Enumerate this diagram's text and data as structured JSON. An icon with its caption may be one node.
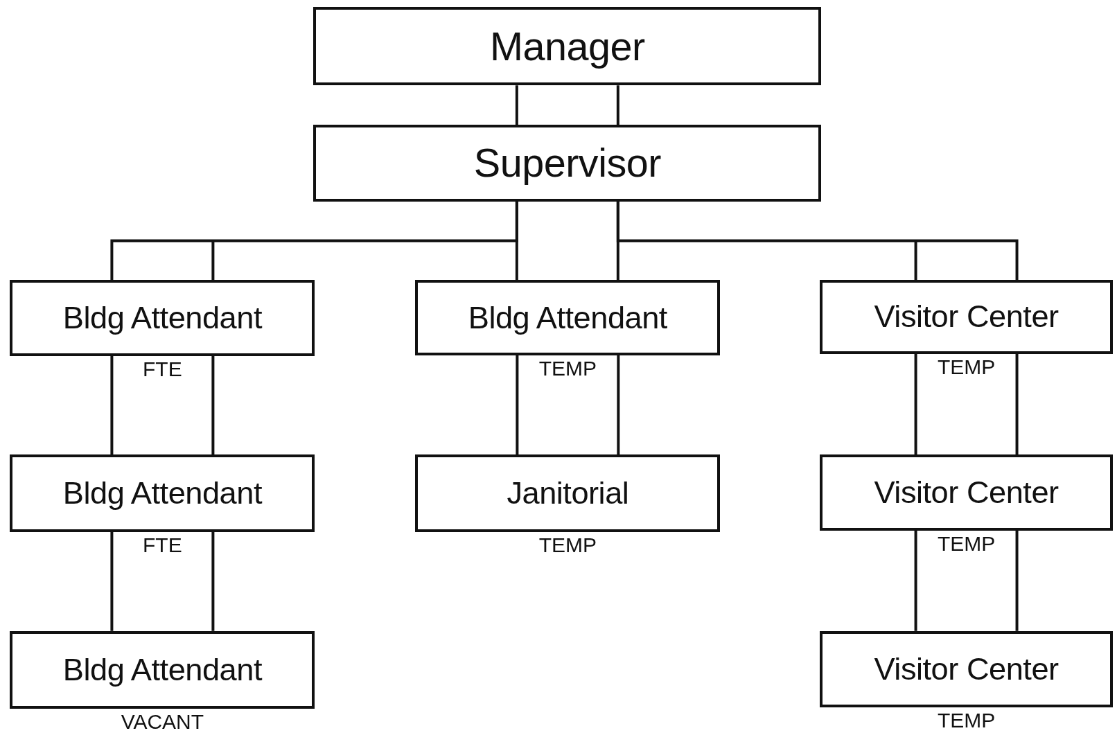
{
  "diagram": {
    "nodes": [
      {
        "text": [
          "Manager"
        ]
      },
      {
        "text": [
          "Supervisor"
        ]
      },
      {
        "text": [
          "Bldg Attendant"
        ],
        "beside": [
          "FTE"
        ]
      },
      {
        "text": [
          "Bldg Attendant"
        ],
        "beside": [
          "TEMP"
        ]
      },
      {
        "text": [
          "Visitor Center"
        ],
        "beside": [
          "TEMP"
        ]
      },
      {
        "text": [
          "Bldg Attendant"
        ],
        "beside": [
          "FTE"
        ]
      },
      {
        "text": [
          "Janitorial"
        ],
        "beside": [
          "TEMP"
        ]
      },
      {
        "text": [
          "Visitor Center"
        ],
        "beside": [
          "TEMP"
        ]
      },
      {
        "text": [
          "Bldg Attendant"
        ],
        "beside": [
          "VACANT"
        ]
      },
      {
        "text": [
          "Visitor Center"
        ],
        "beside": [
          "TEMP"
        ]
      }
    ],
    "edges": [
      {
        "from": 0,
        "to": 1,
        "arrow": "none"
      },
      {
        "from": 1,
        "to": 2,
        "arrow": "none"
      },
      {
        "from": 1,
        "to": 3,
        "arrow": "none"
      },
      {
        "from": 1,
        "to": 4,
        "arrow": "none"
      },
      {
        "from": 2,
        "to": 5,
        "arrow": "none"
      },
      {
        "from": 3,
        "to": 6,
        "arrow": "none"
      },
      {
        "from": 4,
        "to": 7,
        "arrow": "none"
      },
      {
        "from": 5,
        "to": 8,
        "arrow": "none"
      },
      {
        "from": 7,
        "to": 9,
        "arrow": "none"
      }
    ]
  }
}
